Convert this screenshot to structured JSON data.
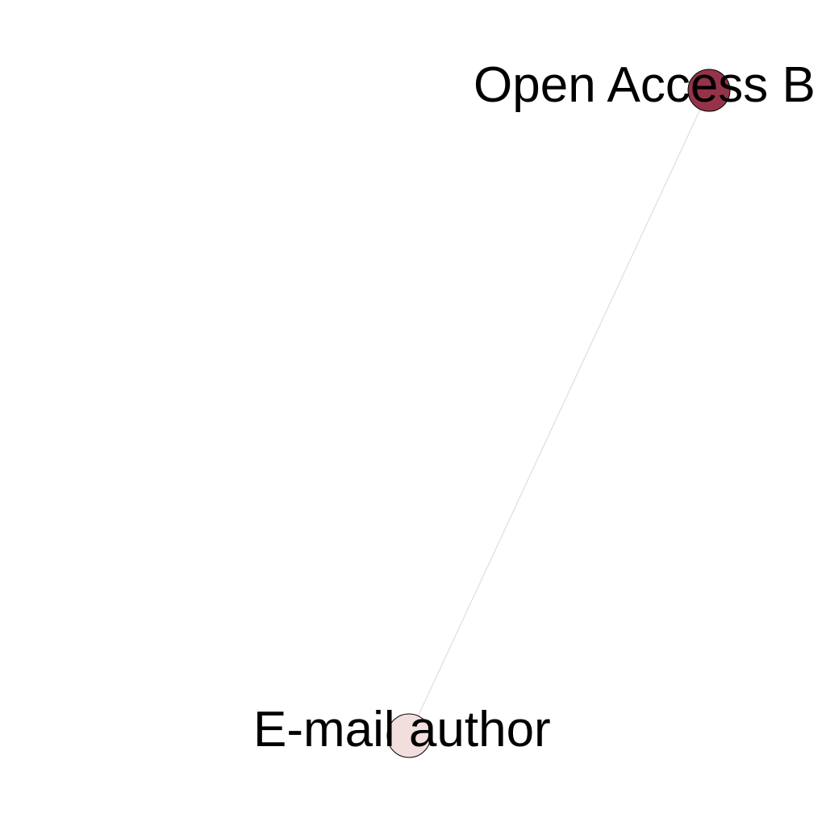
{
  "graph": {
    "nodes": [
      {
        "id": "open-access",
        "label": "Open Access B",
        "color": "#953449"
      },
      {
        "id": "email-author",
        "label": "E-mail author",
        "color": "#f3dede"
      }
    ],
    "edges": [
      {
        "source": "open-access",
        "target": "email-author"
      }
    ],
    "edge_color": "#d8d8d8",
    "node_stroke": "#000000"
  }
}
